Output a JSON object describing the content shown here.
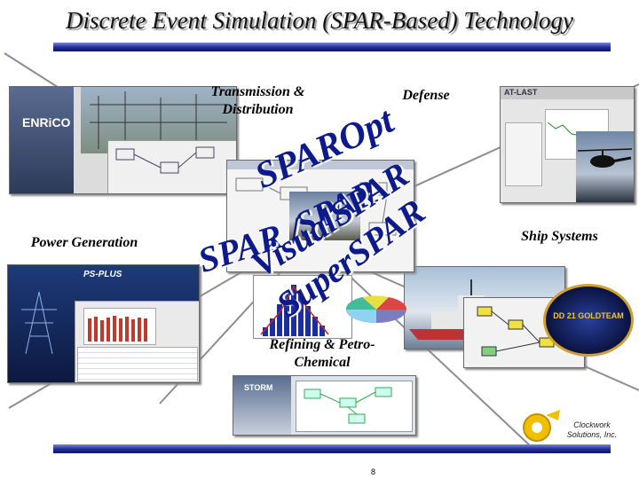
{
  "title": "Discrete Event Simulation (SPAR-Based) Technology",
  "labels": {
    "transmission": "Transmission & Distribution",
    "defense": "Defense",
    "power_generation": "Power Generation",
    "ship_systems": "Ship Systems",
    "refining": "Refining & Petro-Chemical"
  },
  "tools": {
    "sparopt": "SPAROpt",
    "spar": "SPAR",
    "visualspar": "VisualSPAR",
    "superspar": "SuperSPAR",
    "spar_slash": "SPAR /"
  },
  "screenshots": {
    "enrico_logo": "ENRiCO",
    "atlast_logo": "AT-LAST",
    "psplus_logo": "PS-PLUS",
    "storm_logo": "STORM",
    "ship_emblem": "DD 21 GOLDTEAM"
  },
  "company": "Clockwork Solutions, Inc.",
  "page_number": "8",
  "colors": {
    "accent": "#0d1a8c",
    "bar": "#1e2a9b",
    "web_lines": "#8c8c96"
  }
}
